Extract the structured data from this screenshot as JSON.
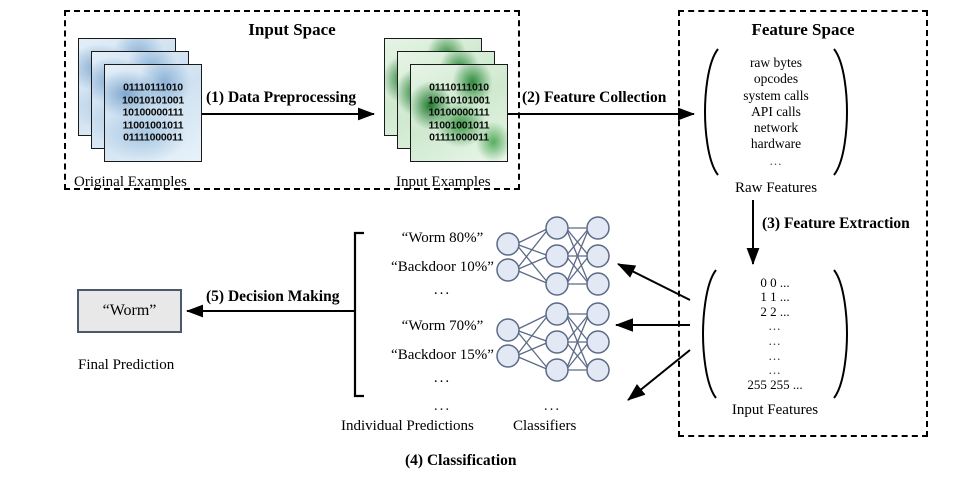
{
  "diagram": {
    "title_input_space": "Input Space",
    "title_feature_space": "Feature Space"
  },
  "input_space": {
    "original_examples_label": "Original Examples",
    "input_examples_label": "Input Examples",
    "bits": [
      "01110111010",
      "10010101001",
      "10100000111",
      "11001001011",
      "01111000011"
    ]
  },
  "steps": {
    "step1": "(1) Data Preprocessing",
    "step2": "(2) Feature Collection",
    "step3": "(3) Feature  Extraction",
    "step4": "(4) Classification",
    "step5": "(5) Decision Making"
  },
  "feature_space": {
    "raw_features_label": "Raw Features",
    "raw_features": [
      "raw bytes",
      "opcodes",
      "system calls",
      "API calls",
      "network",
      "hardware",
      "..."
    ],
    "input_features_label": "Input Features",
    "input_features_matrix": [
      "0 0 ...",
      "1 1 ...",
      "2 2 ...",
      "...",
      "...",
      "...",
      "...",
      "255 255 ..."
    ]
  },
  "classification": {
    "individual_predictions_label": "Individual Predictions",
    "classifiers_label": "Classifiers",
    "predictions_dots": "...",
    "classifiers_dots": "...",
    "groups": [
      {
        "items": [
          "“Worm 80%”",
          "“Backdoor 10%”",
          "..."
        ]
      },
      {
        "items": [
          "“Worm 70%”",
          "“Backdoor 15%”",
          "..."
        ]
      }
    ]
  },
  "decision": {
    "final_prediction_value": "“Worm”",
    "final_prediction_label": "Final Prediction"
  },
  "colors": {
    "original_example_tint": "#cfe1f1",
    "input_example_tint": "#cfe9cf",
    "final_box_fill": "#e8e8e8",
    "final_box_border": "#4a5a6a",
    "node_fill": "#e2e9f5",
    "node_stroke": "#5b6a86",
    "stroke": "#000000"
  }
}
